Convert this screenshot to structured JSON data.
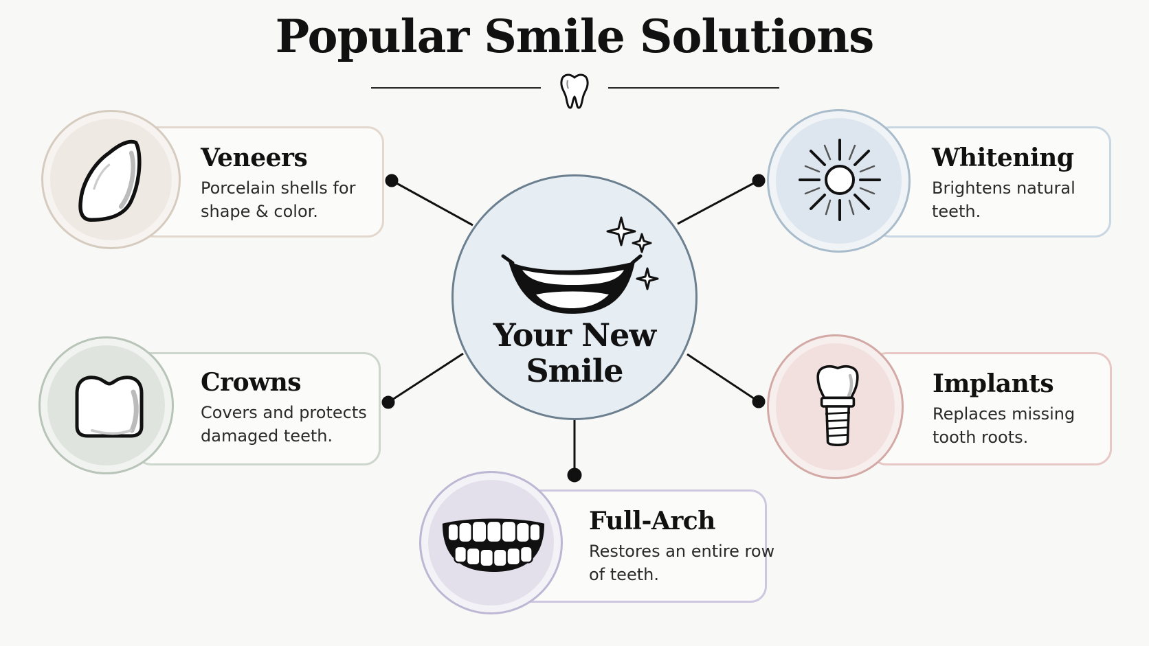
{
  "title": "Popular Smile Solutions",
  "divider_icon": "tooth-icon",
  "hub": {
    "label_line1": "Your New",
    "label_line2": "Smile",
    "icon": "sparkling-smile-icon"
  },
  "solutions": [
    {
      "id": "veneers",
      "title": "Veneers",
      "description": "Porcelain shells for shape & color.",
      "icon": "veneer-icon",
      "accent": "#d6cbbf",
      "tint": "#efe9e3"
    },
    {
      "id": "whitening",
      "title": "Whitening",
      "description": "Brightens natural teeth.",
      "icon": "sun-sparkle-icon",
      "accent": "#a9bccb",
      "tint": "#dde6ee"
    },
    {
      "id": "crowns",
      "title": "Crowns",
      "description": "Covers and protects damaged teeth.",
      "icon": "crown-tooth-icon",
      "accent": "#b8c4b7",
      "tint": "#dfe5de"
    },
    {
      "id": "implants",
      "title": "Implants",
      "description": "Replaces missing tooth roots.",
      "icon": "implant-icon",
      "accent": "#d3a9a5",
      "tint": "#f2e0de"
    },
    {
      "id": "full-arch",
      "title": "Full-Arch",
      "description": "Restores an entire row of teeth.",
      "icon": "teeth-arch-icon",
      "accent": "#bdb7d3",
      "tint": "#e3e0ec"
    }
  ]
}
